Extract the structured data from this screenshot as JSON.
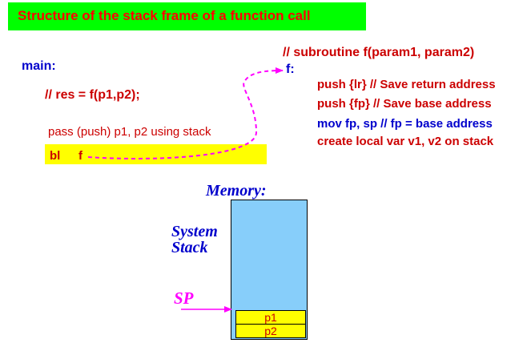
{
  "title": "Structure of the stack frame of a function call",
  "main_label": "main:",
  "main_comment": "// res = f(p1,p2);",
  "pass_text": "pass (push) p1, p2 using stack",
  "bl_instr": "bl",
  "bl_target": "f",
  "subroutine_comment": "// subroutine f(param1, param2)",
  "f_label": "f:",
  "sub_lines": [
    "push  {lr} // Save return address",
    "push  {fp} // Save base address",
    "mov fp, sp // fp = base address",
    "create local var v1, v2 on stack"
  ],
  "memory_label": "Memory:",
  "system_stack_label_1": "System",
  "system_stack_label_2": "Stack",
  "sp_label": "SP",
  "stack_cells": [
    "p1",
    "p2"
  ],
  "colors": {
    "title_bg": "#00ff00",
    "title_text": "#ff0000",
    "code_blue": "#0000cc",
    "code_red": "#cc0000",
    "highlight": "#ffff00",
    "memory_fill": "#87cefa",
    "arrow_magenta": "#ff00ff"
  }
}
